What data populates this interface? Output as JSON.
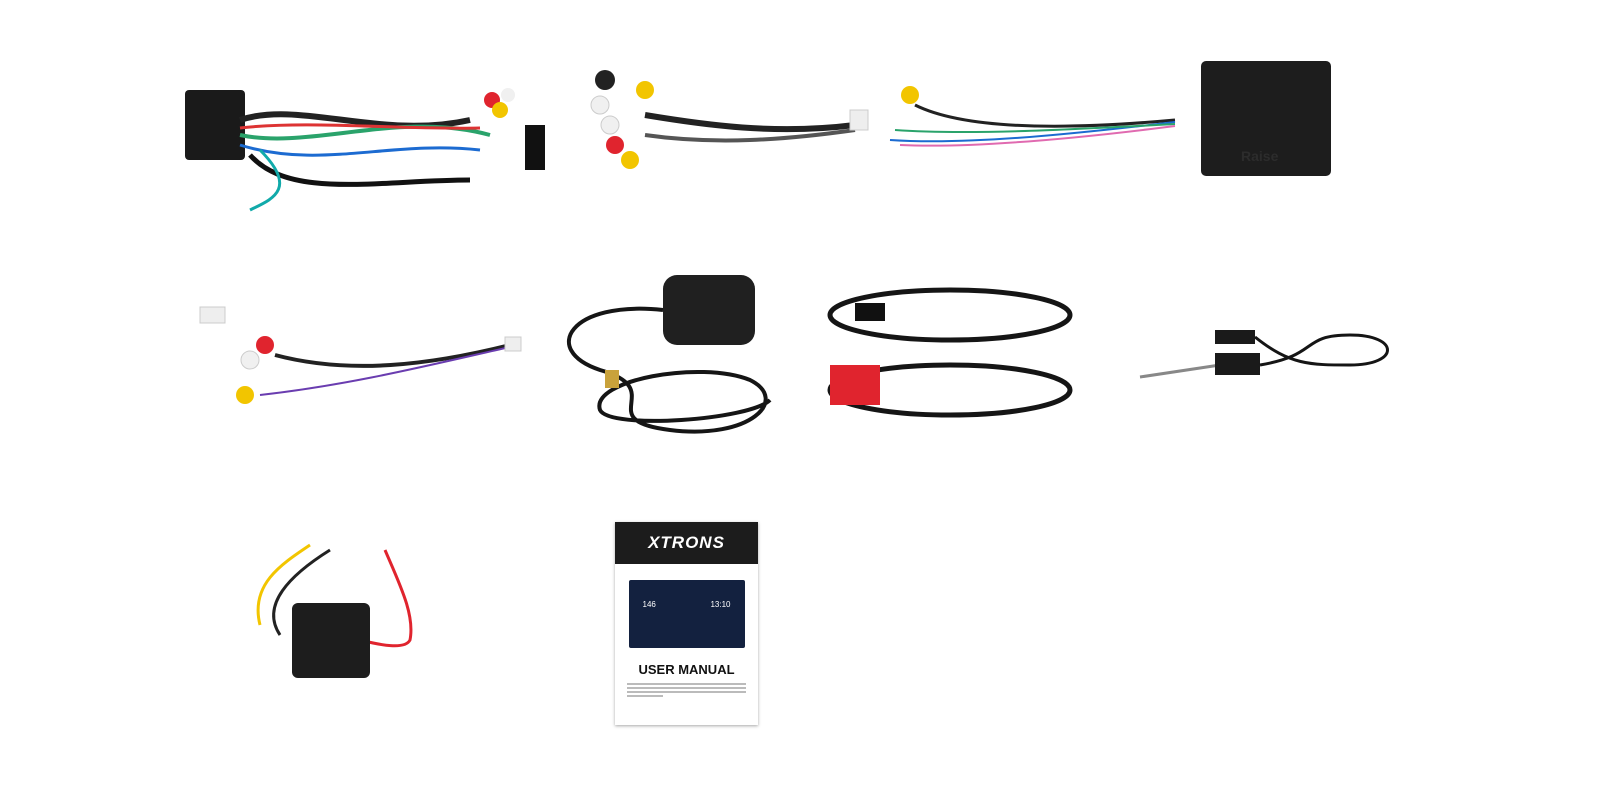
{
  "manual": {
    "brand": "XTRONS",
    "title": "USER MANUAL",
    "screen_speed": "146",
    "screen_time": "13:10"
  },
  "canbus_box": {
    "label": "Raise"
  },
  "colors": {
    "cable": "#151515",
    "rca_red": "#e0242e",
    "rca_yellow": "#f2c500",
    "rca_white": "#f0f0f0",
    "box": "#1d1d1d"
  }
}
